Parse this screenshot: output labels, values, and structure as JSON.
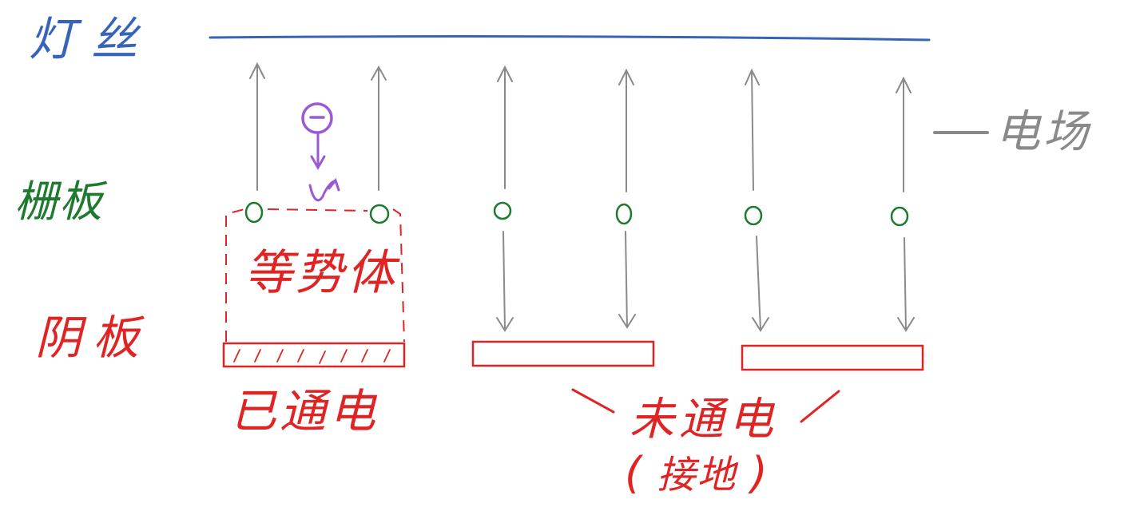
{
  "labels": {
    "filament": "灯丝",
    "grid": "栅板",
    "cathode": "阴板",
    "field": "电场",
    "plasma": "等势体",
    "energized": "已通电",
    "unenergized": "未通电",
    "grounded": "接地",
    "paren_open": "(",
    "paren_close": ")",
    "electron_symbol": "−"
  },
  "colors": {
    "filament": "#3564b8",
    "grid": "#1d7a2e",
    "cathode": "#e02424",
    "field": "#8a8a8a",
    "electron": "#9b59d6"
  },
  "icons": {
    "electron": "electron-minus-icon"
  }
}
